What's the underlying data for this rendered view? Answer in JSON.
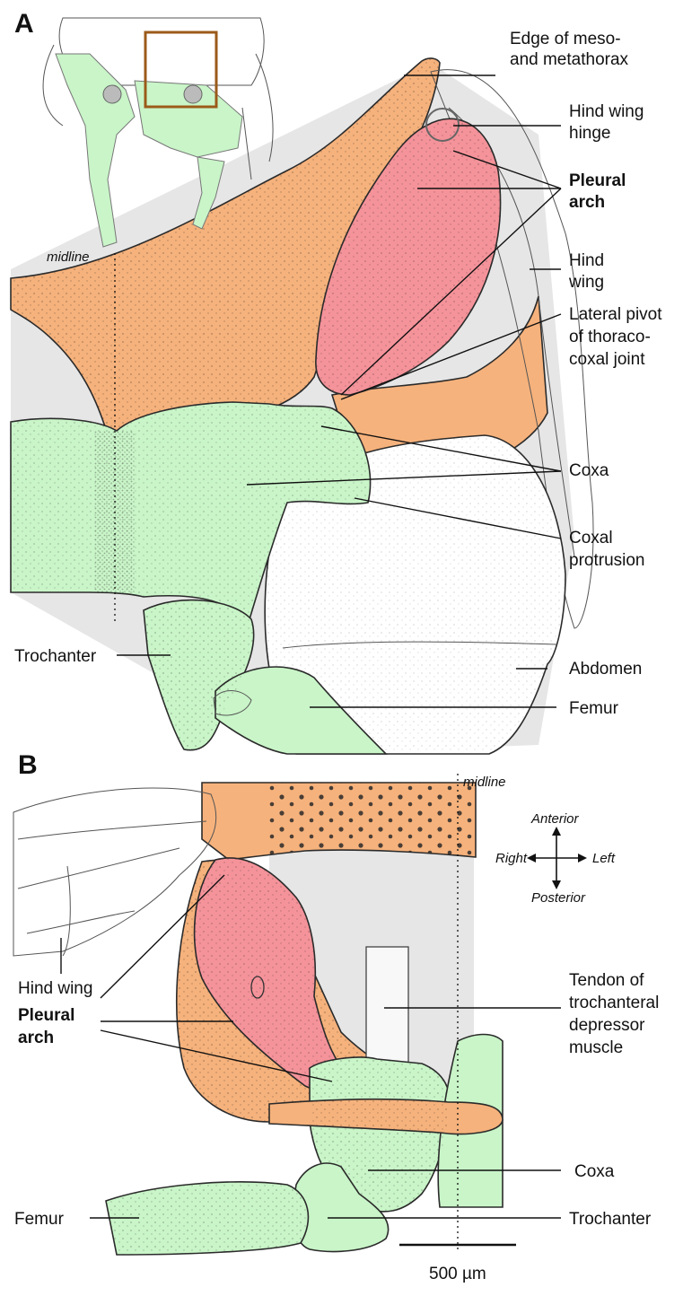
{
  "colors": {
    "thorax_orange": "#f6b27c",
    "pleural_red": "#f5939a",
    "leg_green": "#c9f5c8",
    "background_grey": "#e6e6e6",
    "inset_box": "#9b5a1a"
  },
  "panel_a": {
    "letter": "A",
    "midline": "midline",
    "labels": {
      "edge_line1": "Edge of meso-",
      "edge_line2": "and metathorax",
      "hinge_line1": "Hind wing",
      "hinge_line2": "hinge",
      "arch_line1": "Pleural",
      "arch_line2": "arch",
      "hindwing_line1": "Hind",
      "hindwing_line2": "wing",
      "pivot_line1": "Lateral pivot",
      "pivot_line2": "of thoraco-",
      "pivot_line3": "coxal joint",
      "coxa": "Coxa",
      "protrusion_line1": "Coxal",
      "protrusion_line2": "protrusion",
      "trochanter": "Trochanter",
      "abdomen": "Abdomen",
      "femur": "Femur"
    }
  },
  "panel_b": {
    "letter": "B",
    "midline": "midline",
    "labels": {
      "hind_wing": "Hind wing",
      "arch_line1": "Pleural",
      "arch_line2": "arch",
      "tendon_line1": "Tendon of",
      "tendon_line2": "trochanteral",
      "tendon_line3": "depressor",
      "tendon_line4": "muscle",
      "coxa": "Coxa",
      "femur": "Femur",
      "trochanter": "Trochanter"
    },
    "compass": {
      "anterior": "Anterior",
      "posterior": "Posterior",
      "right": "Right",
      "left": "Left"
    },
    "scale_bar": "500 µm"
  }
}
